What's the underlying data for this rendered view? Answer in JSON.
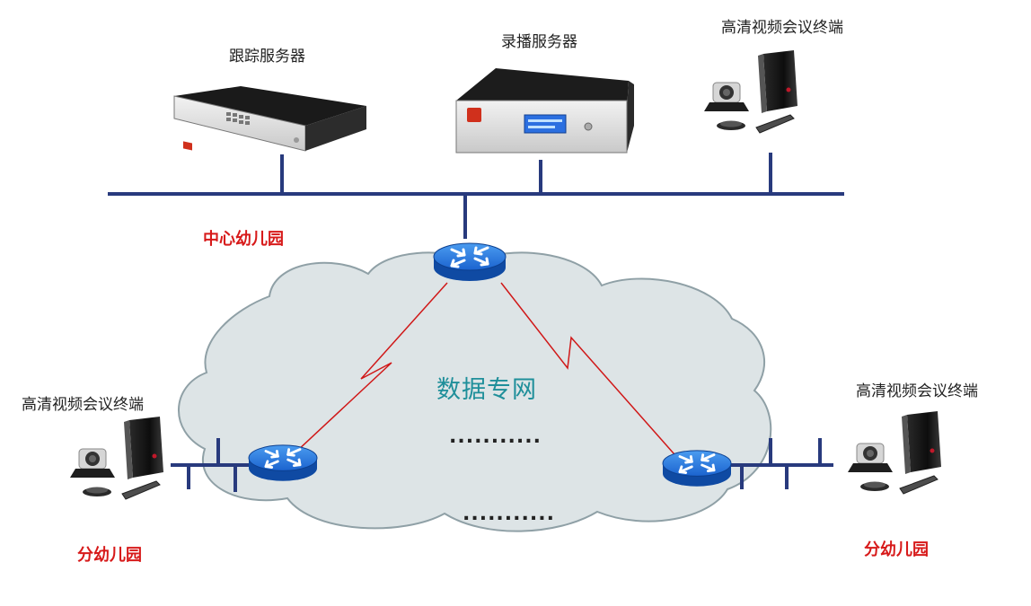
{
  "labels": {
    "tracking_server": "跟踪服务器",
    "recording_server": "录播服务器",
    "hd_terminal_top": "高清视频会议终端",
    "hd_terminal_left": "高清视频会议终端",
    "hd_terminal_right": "高清视频会议终端",
    "center_kindergarten": "中心幼儿园",
    "branch_left": "分幼儿园",
    "branch_right": "分幼儿园",
    "network": "数据专网",
    "ellipsis_1": "...........",
    "ellipsis_2": "..........."
  },
  "colors": {
    "bus_line": "#283a7d",
    "router_blue": "#1d6fd8",
    "cloud_fill": "#dde4e6",
    "cloud_stroke": "#8fa0a6",
    "link_red": "#d01818",
    "label_red": "#d71a1a",
    "label_teal": "#1f8f9a"
  },
  "icons": {
    "routers": [
      "router-icon",
      "router-icon",
      "router-icon"
    ],
    "devices": [
      "rack-server-icon",
      "rack-server-icon",
      "video-conference-terminal-icon"
    ]
  }
}
